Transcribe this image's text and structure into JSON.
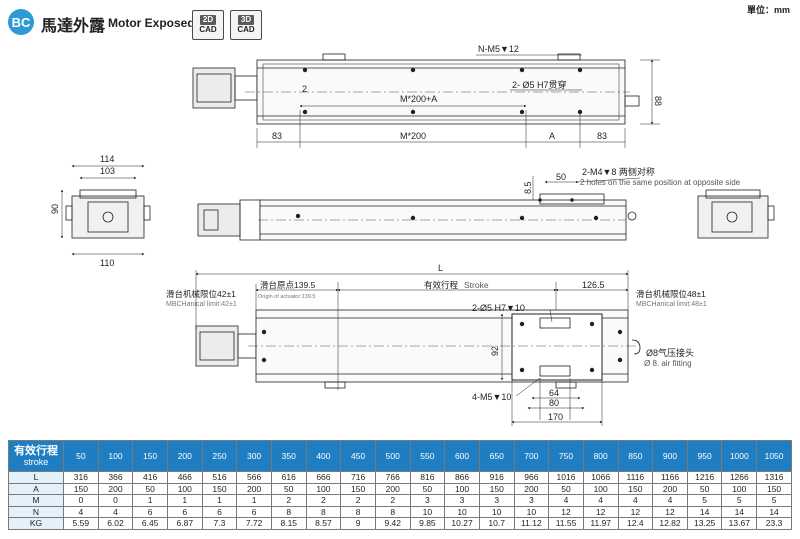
{
  "header": {
    "badge": "BC",
    "title_cn": "馬達外露",
    "title_en": "Motor Exposed",
    "cad_buttons": [
      {
        "top": "2D",
        "bottom": "CAD"
      },
      {
        "top": "3D",
        "bottom": "CAD"
      }
    ],
    "unit": "單位：mm"
  },
  "top_view": {
    "n_hole": "N-M5▼12",
    "thru_hole": "2- Ø5 H7贯穿",
    "m200a": "M*200+A",
    "two": "2",
    "height": "88",
    "dims": [
      "83",
      "M*200",
      "A",
      "83"
    ]
  },
  "side_view": {
    "end_width": "114",
    "inner_width": "103",
    "body_height": "90",
    "bottom_width": "110",
    "dim_85": "8.5",
    "dim_50": "50",
    "holes_cn": "2-M4▼8 两侧对称",
    "holes_en": "2 holes on the same position at opposite side"
  },
  "bottom_view": {
    "L": "L",
    "left_limit_cn": "滑台机械限位42±1",
    "left_limit_en": "MBCHanical limit:42±1",
    "origin_cn": "滑台原点139.5",
    "origin_en": "Origin of actuator:139.5",
    "stroke_cn": "有效行程",
    "stroke_en": "Stroke",
    "right_126": "126.5",
    "right_limit_cn": "滑台机械限位48±1",
    "right_limit_en": "MBCHanical limit:48±1",
    "slider_hole": "2-Ø5 H7▼10",
    "height_92": "92",
    "air_cn": "Ø8气压接头",
    "air_en": "Ø 8. air fitting",
    "m5": "4-M5▼10",
    "dim_64": "64",
    "dim_80": "80",
    "dim_170": "170"
  },
  "spec_table": {
    "head_cn": "有效行程",
    "head_en": "stroke",
    "strokes": [
      "50",
      "100",
      "150",
      "200",
      "250",
      "300",
      "350",
      "400",
      "450",
      "500",
      "550",
      "600",
      "650",
      "700",
      "750",
      "800",
      "850",
      "900",
      "950",
      "1000",
      "1050"
    ],
    "rows": [
      {
        "label": "L",
        "values": [
          "316",
          "366",
          "416",
          "466",
          "516",
          "566",
          "616",
          "666",
          "716",
          "766",
          "816",
          "866",
          "916",
          "966",
          "1016",
          "1066",
          "1116",
          "1166",
          "1216",
          "1266",
          "1316"
        ]
      },
      {
        "label": "A",
        "values": [
          "150",
          "200",
          "50",
          "100",
          "150",
          "200",
          "50",
          "100",
          "150",
          "200",
          "50",
          "100",
          "150",
          "200",
          "50",
          "100",
          "150",
          "200",
          "50",
          "100",
          "150"
        ]
      },
      {
        "label": "M",
        "values": [
          "0",
          "0",
          "1",
          "1",
          "1",
          "1",
          "2",
          "2",
          "2",
          "2",
          "3",
          "3",
          "3",
          "3",
          "4",
          "4",
          "4",
          "4",
          "5",
          "5",
          "5"
        ]
      },
      {
        "label": "N",
        "values": [
          "4",
          "4",
          "6",
          "6",
          "6",
          "6",
          "8",
          "8",
          "8",
          "8",
          "10",
          "10",
          "10",
          "10",
          "12",
          "12",
          "12",
          "12",
          "14",
          "14",
          "14"
        ]
      },
      {
        "label": "KG",
        "values": [
          "5.59",
          "6.02",
          "6.45",
          "6.87",
          "7.3",
          "7.72",
          "8.15",
          "8.57",
          "9",
          "9.42",
          "9.85",
          "10.27",
          "10.7",
          "11.12",
          "11.55",
          "11.97",
          "12.4",
          "12.82",
          "13.25",
          "13.67",
          "23.3"
        ]
      }
    ]
  }
}
